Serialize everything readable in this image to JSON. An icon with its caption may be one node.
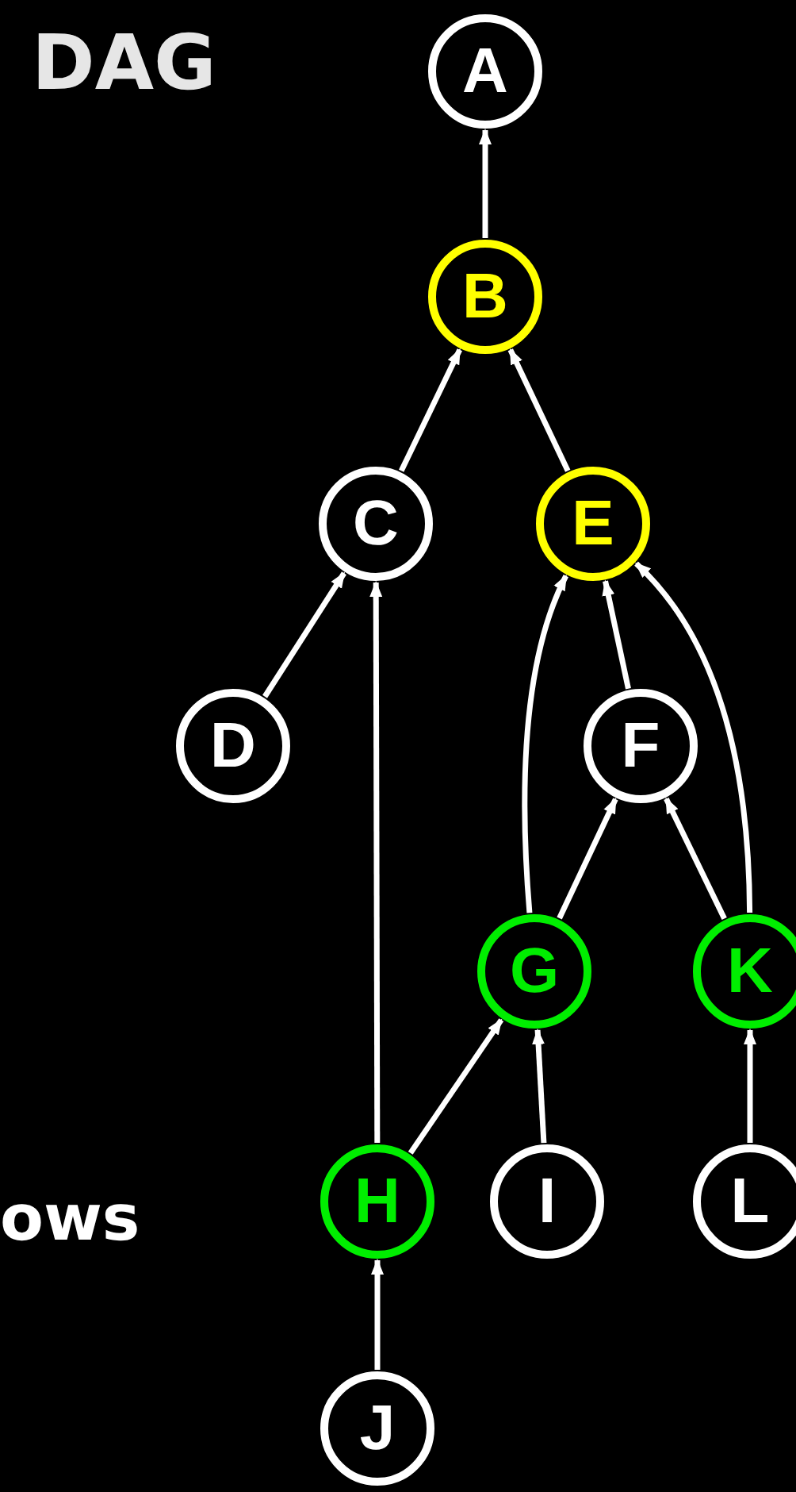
{
  "diagram": {
    "title": "DAG",
    "nodes": [
      {
        "text": [
          "A"
        ]
      },
      {
        "text": [
          "B"
        ]
      },
      {
        "text": [
          "C"
        ]
      },
      {
        "text": [
          "E"
        ]
      },
      {
        "text": [
          "D"
        ]
      },
      {
        "text": [
          "F"
        ]
      },
      {
        "text": [
          "G"
        ]
      },
      {
        "text": [
          "K"
        ]
      },
      {
        "text": [
          "H"
        ]
      },
      {
        "text": [
          "I"
        ]
      },
      {
        "text": [
          "L"
        ]
      },
      {
        "text": [
          "J"
        ]
      }
    ],
    "edges": [
      {
        "from": 1,
        "to": 0,
        "arrow": "to"
      },
      {
        "from": 2,
        "to": 1,
        "arrow": "to"
      },
      {
        "from": 3,
        "to": 1,
        "arrow": "to"
      },
      {
        "from": 4,
        "to": 2,
        "arrow": "to"
      },
      {
        "from": 8,
        "to": 2,
        "arrow": "to"
      },
      {
        "from": 6,
        "to": 3,
        "arrow": "to"
      },
      {
        "from": 5,
        "to": 3,
        "arrow": "to"
      },
      {
        "from": 7,
        "to": 3,
        "arrow": "to"
      },
      {
        "from": 6,
        "to": 5,
        "arrow": "to"
      },
      {
        "from": 7,
        "to": 5,
        "arrow": "to"
      },
      {
        "from": 8,
        "to": 6,
        "arrow": "to"
      },
      {
        "from": 9,
        "to": 6,
        "arrow": "to"
      },
      {
        "from": 10,
        "to": 7,
        "arrow": "to"
      },
      {
        "from": 11,
        "to": 8,
        "arrow": "to"
      }
    ],
    "labels": [
      "ows"
    ]
  }
}
